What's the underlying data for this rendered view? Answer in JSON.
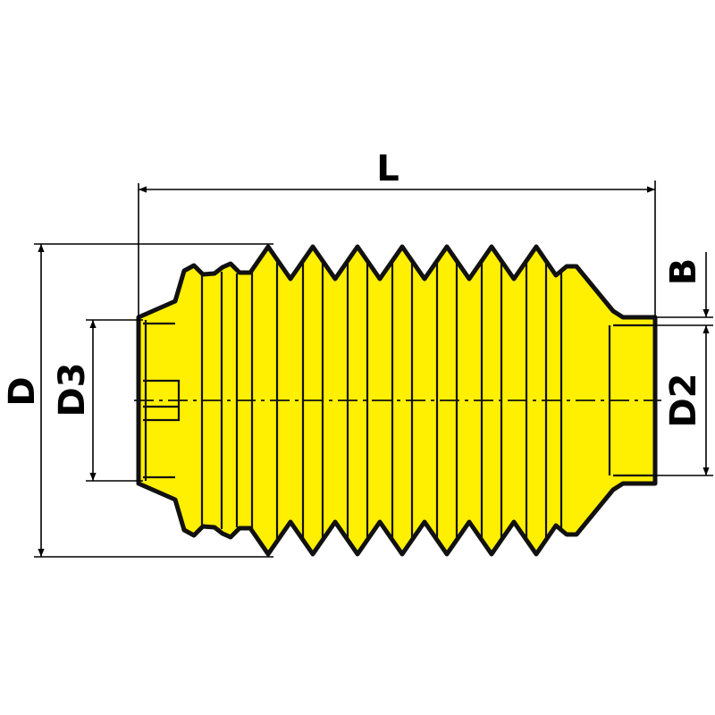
{
  "labels": {
    "length": "L",
    "outer_diameter": "D",
    "inner_diameter_left": "D3",
    "inner_diameter_right": "D2",
    "collar_width": "B"
  },
  "colors": {
    "body_fill": "#ffef00",
    "outline": "#111111",
    "background": "#ffffff"
  }
}
